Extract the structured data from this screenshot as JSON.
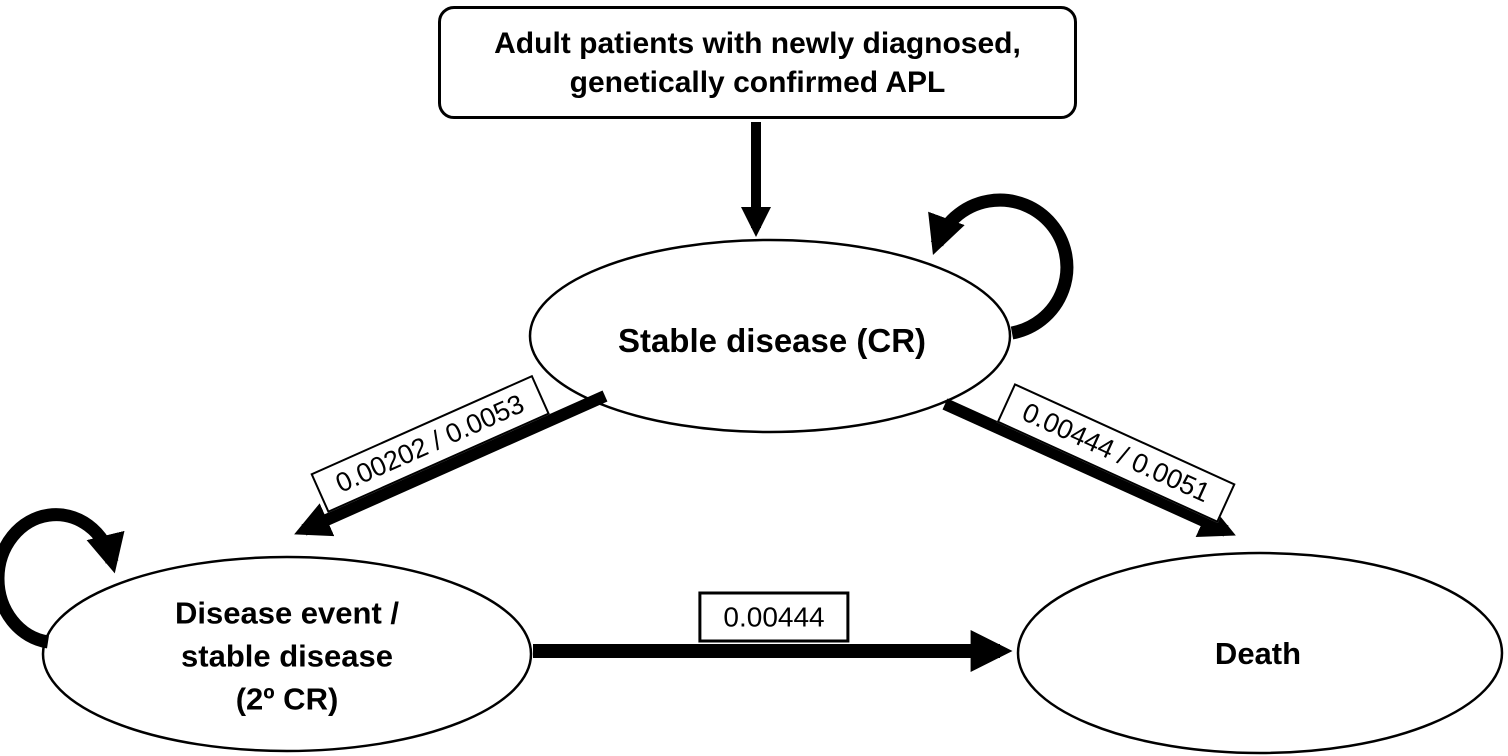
{
  "entry_box": {
    "line1": "Adult patients with newly diagnosed,",
    "line2": "genetically confirmed APL"
  },
  "states": {
    "stable": {
      "label": "Stable disease (CR)"
    },
    "disease_event": {
      "line1": "Disease event /",
      "line2": "stable disease",
      "line3": "(2º CR)"
    },
    "death": {
      "label": "Death"
    }
  },
  "transition_labels": {
    "stable_to_disease_event": "0.00202 / 0.0053",
    "stable_to_death": "0.00444 / 0.0051",
    "disease_event_to_death": "0.00444"
  },
  "colors": {
    "line": "#000000",
    "background": "#ffffff"
  }
}
